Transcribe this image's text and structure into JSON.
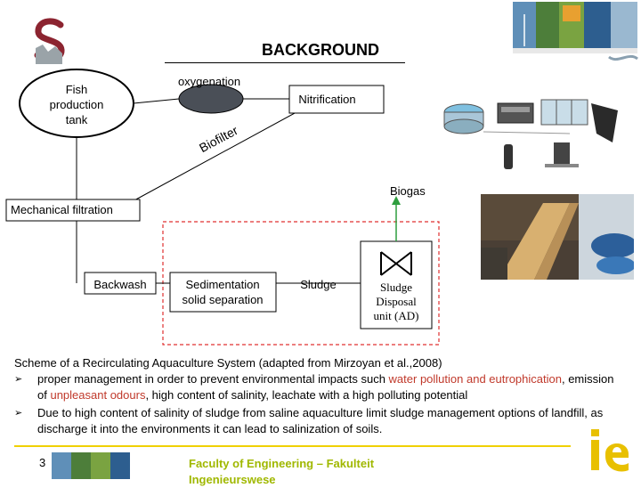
{
  "slide": {
    "title": "BACKGROUND",
    "page_number": "3",
    "footer_text": "Faculty of Engineering – Fakulteit Ingenieurswese"
  },
  "diagram": {
    "fish_tank": "Fish production tank",
    "oxygenation": "oxygenation",
    "nitrification": "Nitrification",
    "biofilter": "Biofilter",
    "biogas": "Biogas",
    "mechanical_filtration": "Mechanical filtration",
    "backwash": "Backwash",
    "sedimentation": "Sedimentation solid separation",
    "sludge": "Sludge",
    "sludge_disposal": "Sludge Disposal unit (AD)"
  },
  "caption": "Scheme of a Recirculating Aquaculture System (adapted from Mirzoyan et al.,2008)",
  "bullets": [
    {
      "parts": [
        {
          "text": "proper management in order to prevent environmental impacts such ",
          "highlight": false
        },
        {
          "text": "water pollution and eutrophication",
          "highlight": true
        },
        {
          "text": ", emission of ",
          "highlight": false
        },
        {
          "text": "unpleasant odours",
          "highlight": true
        },
        {
          "text": ", high content of salinity, leachate with a high polluting potential",
          "highlight": false
        }
      ]
    },
    {
      "parts": [
        {
          "text": "Due to high content of salinity of sludge from saline aquaculture limit sludge management options of landfill, as discharge it into the environments it can lead to salinization of soils.",
          "highlight": false
        }
      ]
    }
  ],
  "colors": {
    "highlight": "#c0392b",
    "dashed_box": "#e03030",
    "biogas_arrow": "#2e9e3e",
    "footer_accent": "#f0d000",
    "footer_text": "#a0b800",
    "oxygenation_fill": "#4a4f57"
  },
  "icons": {
    "logo": "university-s-logo",
    "valve": "valve-icon",
    "bullet": "arrow-bullet-icon",
    "ie": "ie-logo"
  }
}
